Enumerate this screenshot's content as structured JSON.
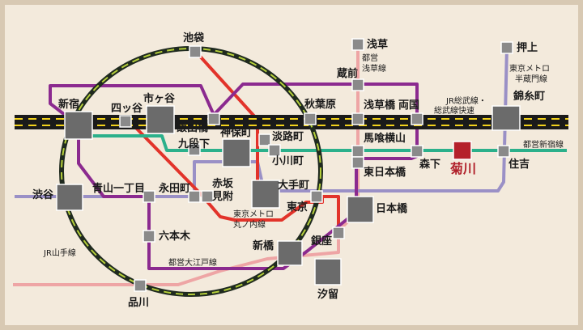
{
  "stations": {
    "ikebukuro": "池袋",
    "shinjuku": "新宿",
    "yotsuya": "四ッ谷",
    "ichigaya": "市ヶ谷",
    "iidabashi": "飯田橋",
    "kudanshita": "九段下",
    "jimbocho": "神保町",
    "awajicho": "淡路町",
    "ogawamachi": "小川町",
    "akihabara": "秋葉原",
    "kuramae": "蔵前",
    "asakusa": "浅草",
    "asakusabashi": "浅草橋",
    "ryogoku": "両国",
    "kinshicho": "錦糸町",
    "oshiage": "押上",
    "bakuroyokoyama": "馬喰横山",
    "higashinihombashi": "東日本橋",
    "morishita": "森下",
    "kikukawa": "菊川",
    "sumiyoshi": "住吉",
    "shibuya": "渋谷",
    "aoyamaicchome": "青山一丁目",
    "nagatacho": "永田町",
    "akasakamitsuke": "赤坂\n見附",
    "otemachi": "大手町",
    "tokyo": "東京",
    "nihombashi": "日本橋",
    "roppongi": "六本木",
    "shimbashi": "新橋",
    "ginza": "銀座",
    "shiodome": "汐留",
    "shinagawa": "品川"
  },
  "line_labels": {
    "yamanote": "JR山手線",
    "toei_asakusa": "都営\n浅草線",
    "tokyo_metro_hanzomon": "東京メトロ\n半蔵門線",
    "jr_sobu": "JR総武線・\n総武線快速",
    "toei_shinjuku": "都営新宿線",
    "tokyo_metro_marunouchi": "東京メトロ\n丸ノ内線",
    "toei_oedo": "都営大江戸線"
  },
  "colors": {
    "background": "#f3eadc",
    "frame": "#d8c9b3",
    "station_major": "#6b6b6b",
    "station_minor": "#8a8a8a",
    "yamanote_ring": "#1f2a1f",
    "yamanote_accent": "#b5cf3a",
    "sobu_line": "#1a1a1a",
    "sobu_accent": "#f2d21c",
    "shinjuku_line": "#2bb08b",
    "oedo_line": "#8b2a8f",
    "asakusa_line": "#eea5a5",
    "hanzomon_line": "#9a90c6",
    "marunouchi_line": "#e2332a",
    "highlight_station": "#b5202b",
    "highlight_text": "#b5202b"
  }
}
